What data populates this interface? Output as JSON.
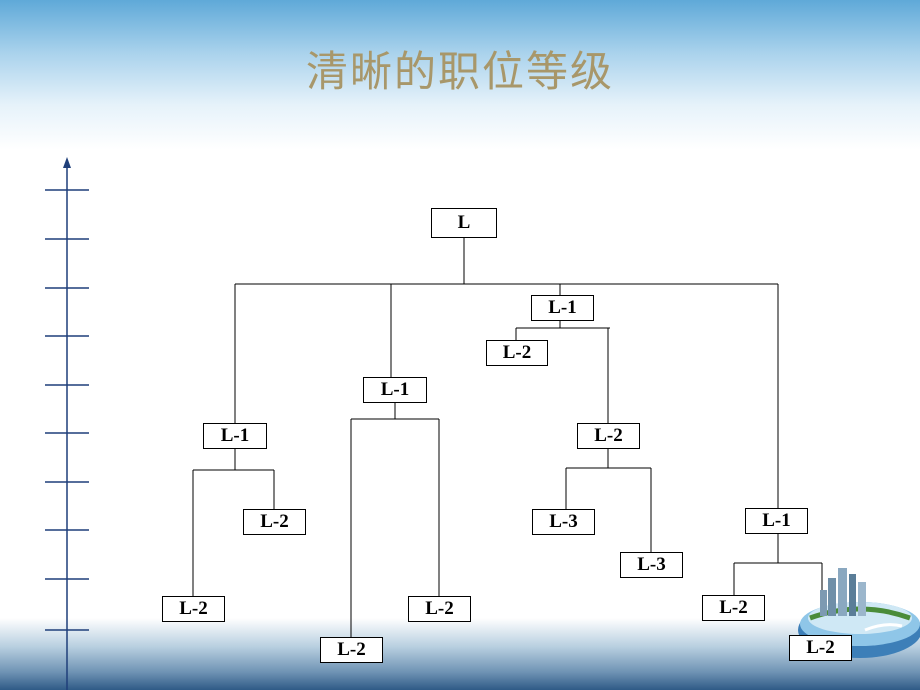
{
  "slide": {
    "title": "清晰的职位等级"
  },
  "tree": {
    "root": "L",
    "nodes": {
      "a": "L-1",
      "b": "L-1",
      "c": "L-1",
      "d": "L-1",
      "a1": "L-2",
      "a2": "L-2",
      "b1": "L-2",
      "b2": "L-2",
      "c1": "L-2",
      "c2": "L-2",
      "c21": "L-3",
      "c22": "L-3",
      "d1": "L-2",
      "d2": "L-2"
    }
  },
  "colors": {
    "title": "#a8976a",
    "ruler": "#1f3f7a",
    "sky": "#5fa9d8",
    "sea": "#2f5a86"
  }
}
